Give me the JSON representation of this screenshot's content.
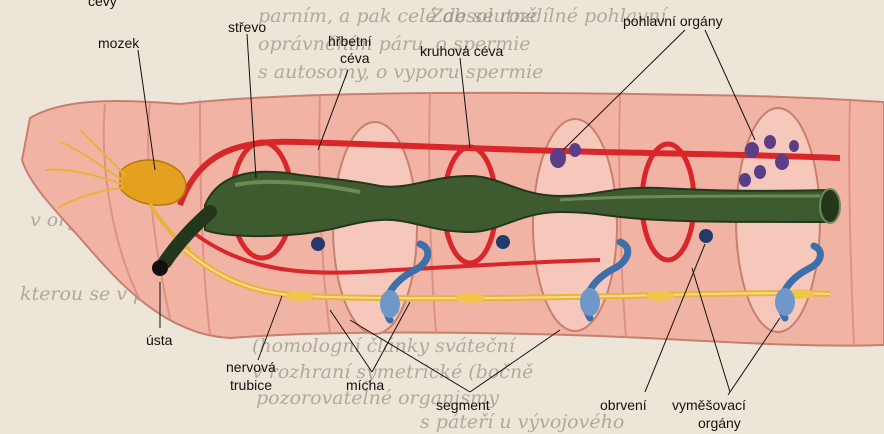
{
  "labels": {
    "cevy": "cévy",
    "mozek": "mozek",
    "strevo": "střevo",
    "hrbetni_1": "hřbetní",
    "hrbetni_2": "céva",
    "kruhova": "kruhová céva",
    "pohlavni": "pohlavní orgány",
    "usta": "ústa",
    "nervova_1": "nervová",
    "nervova_2": "trubice",
    "micha": "mícha",
    "segment": "segment",
    "obrveni": "obrvení",
    "vymesovaci_1": "vyměšovací",
    "vymesovaci_2": "orgány"
  },
  "background_text": [
    "parním, a pak celé absolutně",
    "oprávněním páru, o spermie",
    "s autosomy, o vyporu spermie",
    "Zde se rozdílné pohlavní",
    "v orgánech žijících",
    "(homologní články sváteční",
    "v rozhraní symetrické (bočně",
    "pozorovatelné organismy",
    "s páteří u vývojového",
    "kterou se v páru spojuje"
  ],
  "colors": {
    "body": "#f1b3a3",
    "body_dark": "#d98a7c",
    "gut": "#3e5a2f",
    "gut_light": "#6b8a55",
    "vessel": "#d8262a",
    "nerve": "#f2c44a",
    "brain": "#e3a11f",
    "excretory": "#3f6fa8",
    "gonad": "#5a3f86"
  }
}
